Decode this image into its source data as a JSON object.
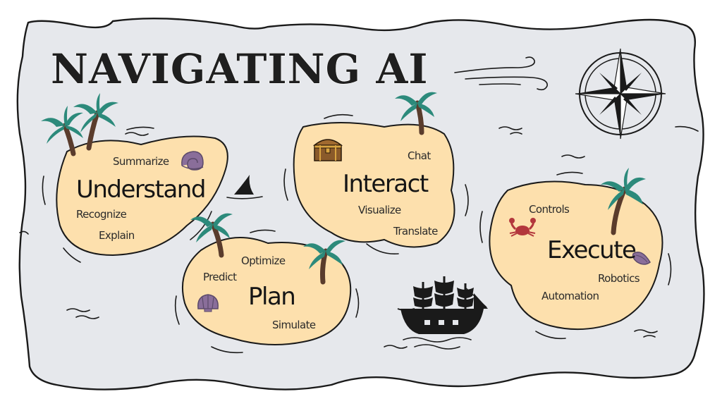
{
  "title": "NAVIGATING AI",
  "colors": {
    "parchment": "#e6e8ec",
    "island_fill": "#fde0ad",
    "palm_leaf": "#2c8a7b",
    "palm_trunk": "#5a3c2c",
    "shell": "#8a6e9a",
    "crab": "#b3373c",
    "ink": "#1a1a1a"
  },
  "islands": {
    "understand": {
      "title": "Understand",
      "labels": [
        "Summarize",
        "Recognize",
        "Explain"
      ],
      "icon": "spiral-shell-icon"
    },
    "interact": {
      "title": "Interact",
      "labels": [
        "Chat",
        "Visualize",
        "Translate"
      ],
      "icon": "treasure-chest-icon"
    },
    "plan": {
      "title": "Plan",
      "labels": [
        "Optimize",
        "Predict",
        "Simulate"
      ],
      "icon": "scallop-shell-icon"
    },
    "execute": {
      "title": "Execute",
      "labels": [
        "Controls",
        "Robotics",
        "Automation"
      ],
      "icon": "crab-icon"
    }
  },
  "decorations": [
    "compass-rose-icon",
    "shark-fin-icon",
    "pirate-ship-icon",
    "wind-gust-icon",
    "palm-tree-icon",
    "wave-icon",
    "conch-shell-icon"
  ]
}
